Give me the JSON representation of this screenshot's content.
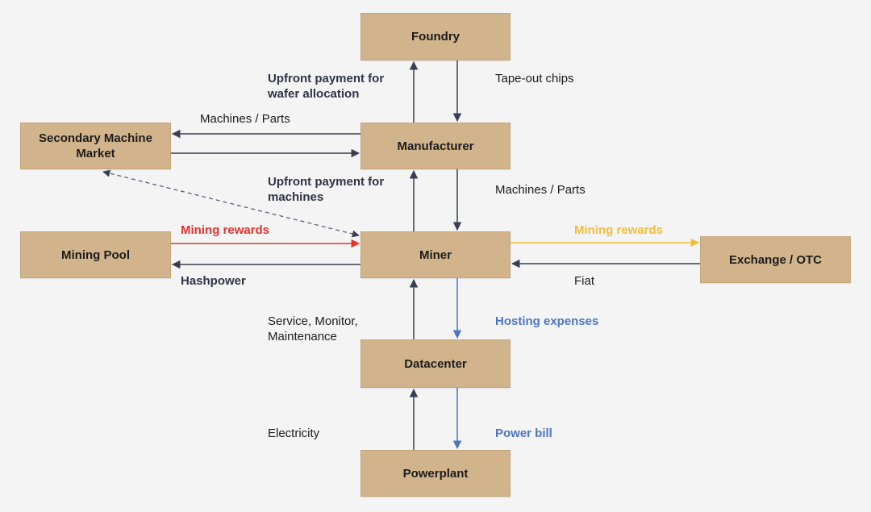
{
  "nodes": {
    "foundry": "Foundry",
    "manufacturer": "Manufacturer",
    "secondary_market": "Secondary Machine Market",
    "mining_pool": "Mining Pool",
    "miner": "Miner",
    "exchange": "Exchange / OTC",
    "datacenter": "Datacenter",
    "powerplant": "Powerplant"
  },
  "labels": {
    "upfront_wafer": "Upfront payment for wafer allocation",
    "tapeout": "Tape-out chips",
    "machines_parts_secondary": "Machines / Parts",
    "upfront_machines": "Upfront payment for machines",
    "machines_parts_miner": "Machines / Parts",
    "mining_rewards_pool": "Mining rewards",
    "hashpower": "Hashpower",
    "mining_rewards_exchange": "Mining rewards",
    "fiat": "Fiat",
    "service": "Service, Monitor, Maintenance",
    "hosting": "Hosting expenses",
    "electricity": "Electricity",
    "power_bill": "Power bill"
  },
  "colors": {
    "background": "#f4f4f4",
    "box_fill": "#d2b48c",
    "arrow_dark": "#2f3346",
    "mining_rewards_red": "#e8312b",
    "mining_rewards_gold": "#f2bd3d",
    "blue_flow": "#4a76c5"
  }
}
